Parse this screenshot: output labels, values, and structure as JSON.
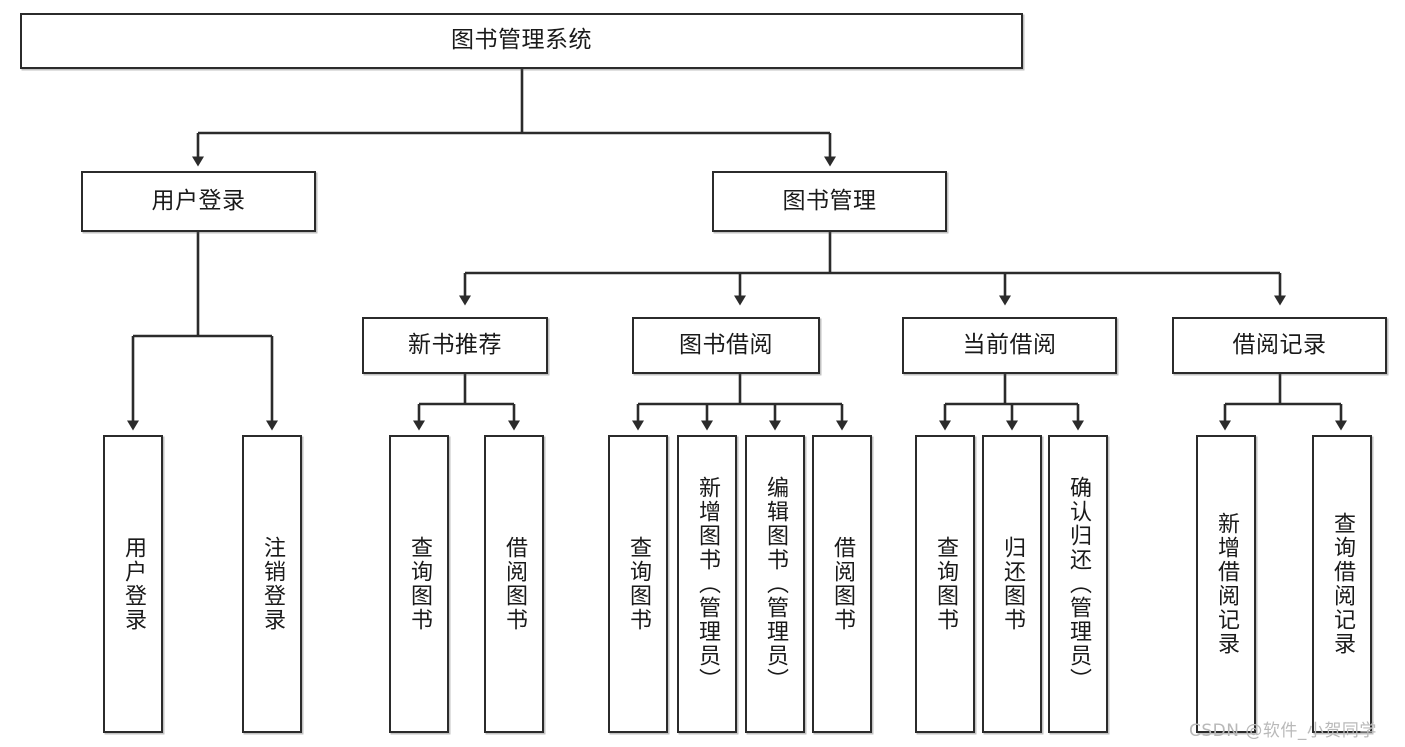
{
  "diagram": {
    "type": "tree-hierarchy",
    "title": "图书管理系统",
    "watermark": "CSDN @软件_小贺同学",
    "colors": {
      "border": "#2b2b2b",
      "background": "#ffffff",
      "text": "#1a1a1a",
      "connector": "#2b2b2b",
      "watermark": "#b9b9b9"
    },
    "nodes": {
      "root": {
        "label": "图书管理系统",
        "level": 1,
        "orientation": "horizontal"
      },
      "user_login": {
        "label": "用户登录",
        "level": 2,
        "orientation": "horizontal"
      },
      "book_manage": {
        "label": "图书管理",
        "level": 2,
        "orientation": "horizontal"
      },
      "new_book_rec": {
        "label": "新书推荐",
        "level": 3,
        "orientation": "horizontal"
      },
      "book_borrow": {
        "label": "图书借阅",
        "level": 3,
        "orientation": "horizontal"
      },
      "current_borrow": {
        "label": "当前借阅",
        "level": 3,
        "orientation": "horizontal"
      },
      "borrow_record": {
        "label": "借阅记录",
        "level": 3,
        "orientation": "horizontal"
      },
      "leaf_user_login": {
        "label": "用户登录",
        "level": 4,
        "orientation": "vertical",
        "parent": "user_login"
      },
      "leaf_logout": {
        "label": "注销登录",
        "level": 4,
        "orientation": "vertical",
        "parent": "user_login"
      },
      "leaf_query_book_1": {
        "label": "查询图书",
        "level": 4,
        "orientation": "vertical",
        "parent": "new_book_rec"
      },
      "leaf_borrow_book_1": {
        "label": "借阅图书",
        "level": 4,
        "orientation": "vertical",
        "parent": "new_book_rec"
      },
      "leaf_query_book_2": {
        "label": "查询图书",
        "level": 4,
        "orientation": "vertical",
        "parent": "book_borrow"
      },
      "leaf_add_book": {
        "label": "新增图书（管理员）",
        "level": 4,
        "orientation": "vertical",
        "parent": "book_borrow"
      },
      "leaf_edit_book": {
        "label": "编辑图书（管理员）",
        "level": 4,
        "orientation": "vertical",
        "parent": "book_borrow"
      },
      "leaf_borrow_book_2": {
        "label": "借阅图书",
        "level": 4,
        "orientation": "vertical",
        "parent": "book_borrow"
      },
      "leaf_query_book_3": {
        "label": "查询图书",
        "level": 4,
        "orientation": "vertical",
        "parent": "current_borrow"
      },
      "leaf_return_book": {
        "label": "归还图书",
        "level": 4,
        "orientation": "vertical",
        "parent": "current_borrow"
      },
      "leaf_confirm_return": {
        "label": "确认归还（管理员）",
        "level": 4,
        "orientation": "vertical",
        "parent": "current_borrow"
      },
      "leaf_add_record": {
        "label": "新增借阅记录",
        "level": 4,
        "orientation": "vertical",
        "parent": "borrow_record"
      },
      "leaf_query_record": {
        "label": "查询借阅记录",
        "level": 4,
        "orientation": "vertical",
        "parent": "borrow_record"
      }
    }
  }
}
